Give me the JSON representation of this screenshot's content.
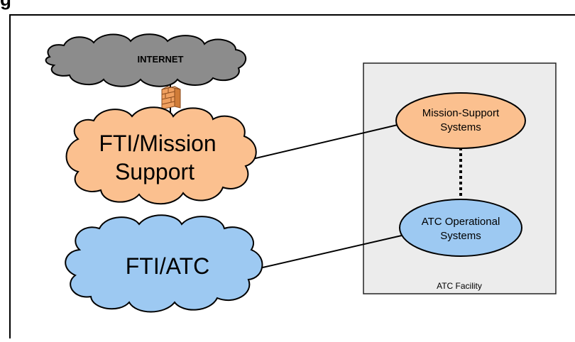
{
  "header": {
    "title_fragment": "g"
  },
  "nodes": {
    "internet": {
      "label": "INTERNET",
      "fill": "#8c8c8c"
    },
    "fti_mission_support": {
      "label_line1": "FTI/Mission",
      "label_line2": "Support",
      "fill": "#fbc08f"
    },
    "fti_atc": {
      "label": "FTI/ATC",
      "fill": "#9dc9f2"
    },
    "mission_support_systems": {
      "label_line1": "Mission-Support",
      "label_line2": "Systems",
      "fill": "#fbc08f"
    },
    "atc_operational_systems": {
      "label_line1": "ATC Operational",
      "label_line2": "Systems",
      "fill": "#9dc9f2"
    }
  },
  "facility": {
    "label": "ATC Facility",
    "fill": "#ececec"
  },
  "firewall": {
    "icon": "firewall-icon",
    "fill": "#f0a060"
  }
}
